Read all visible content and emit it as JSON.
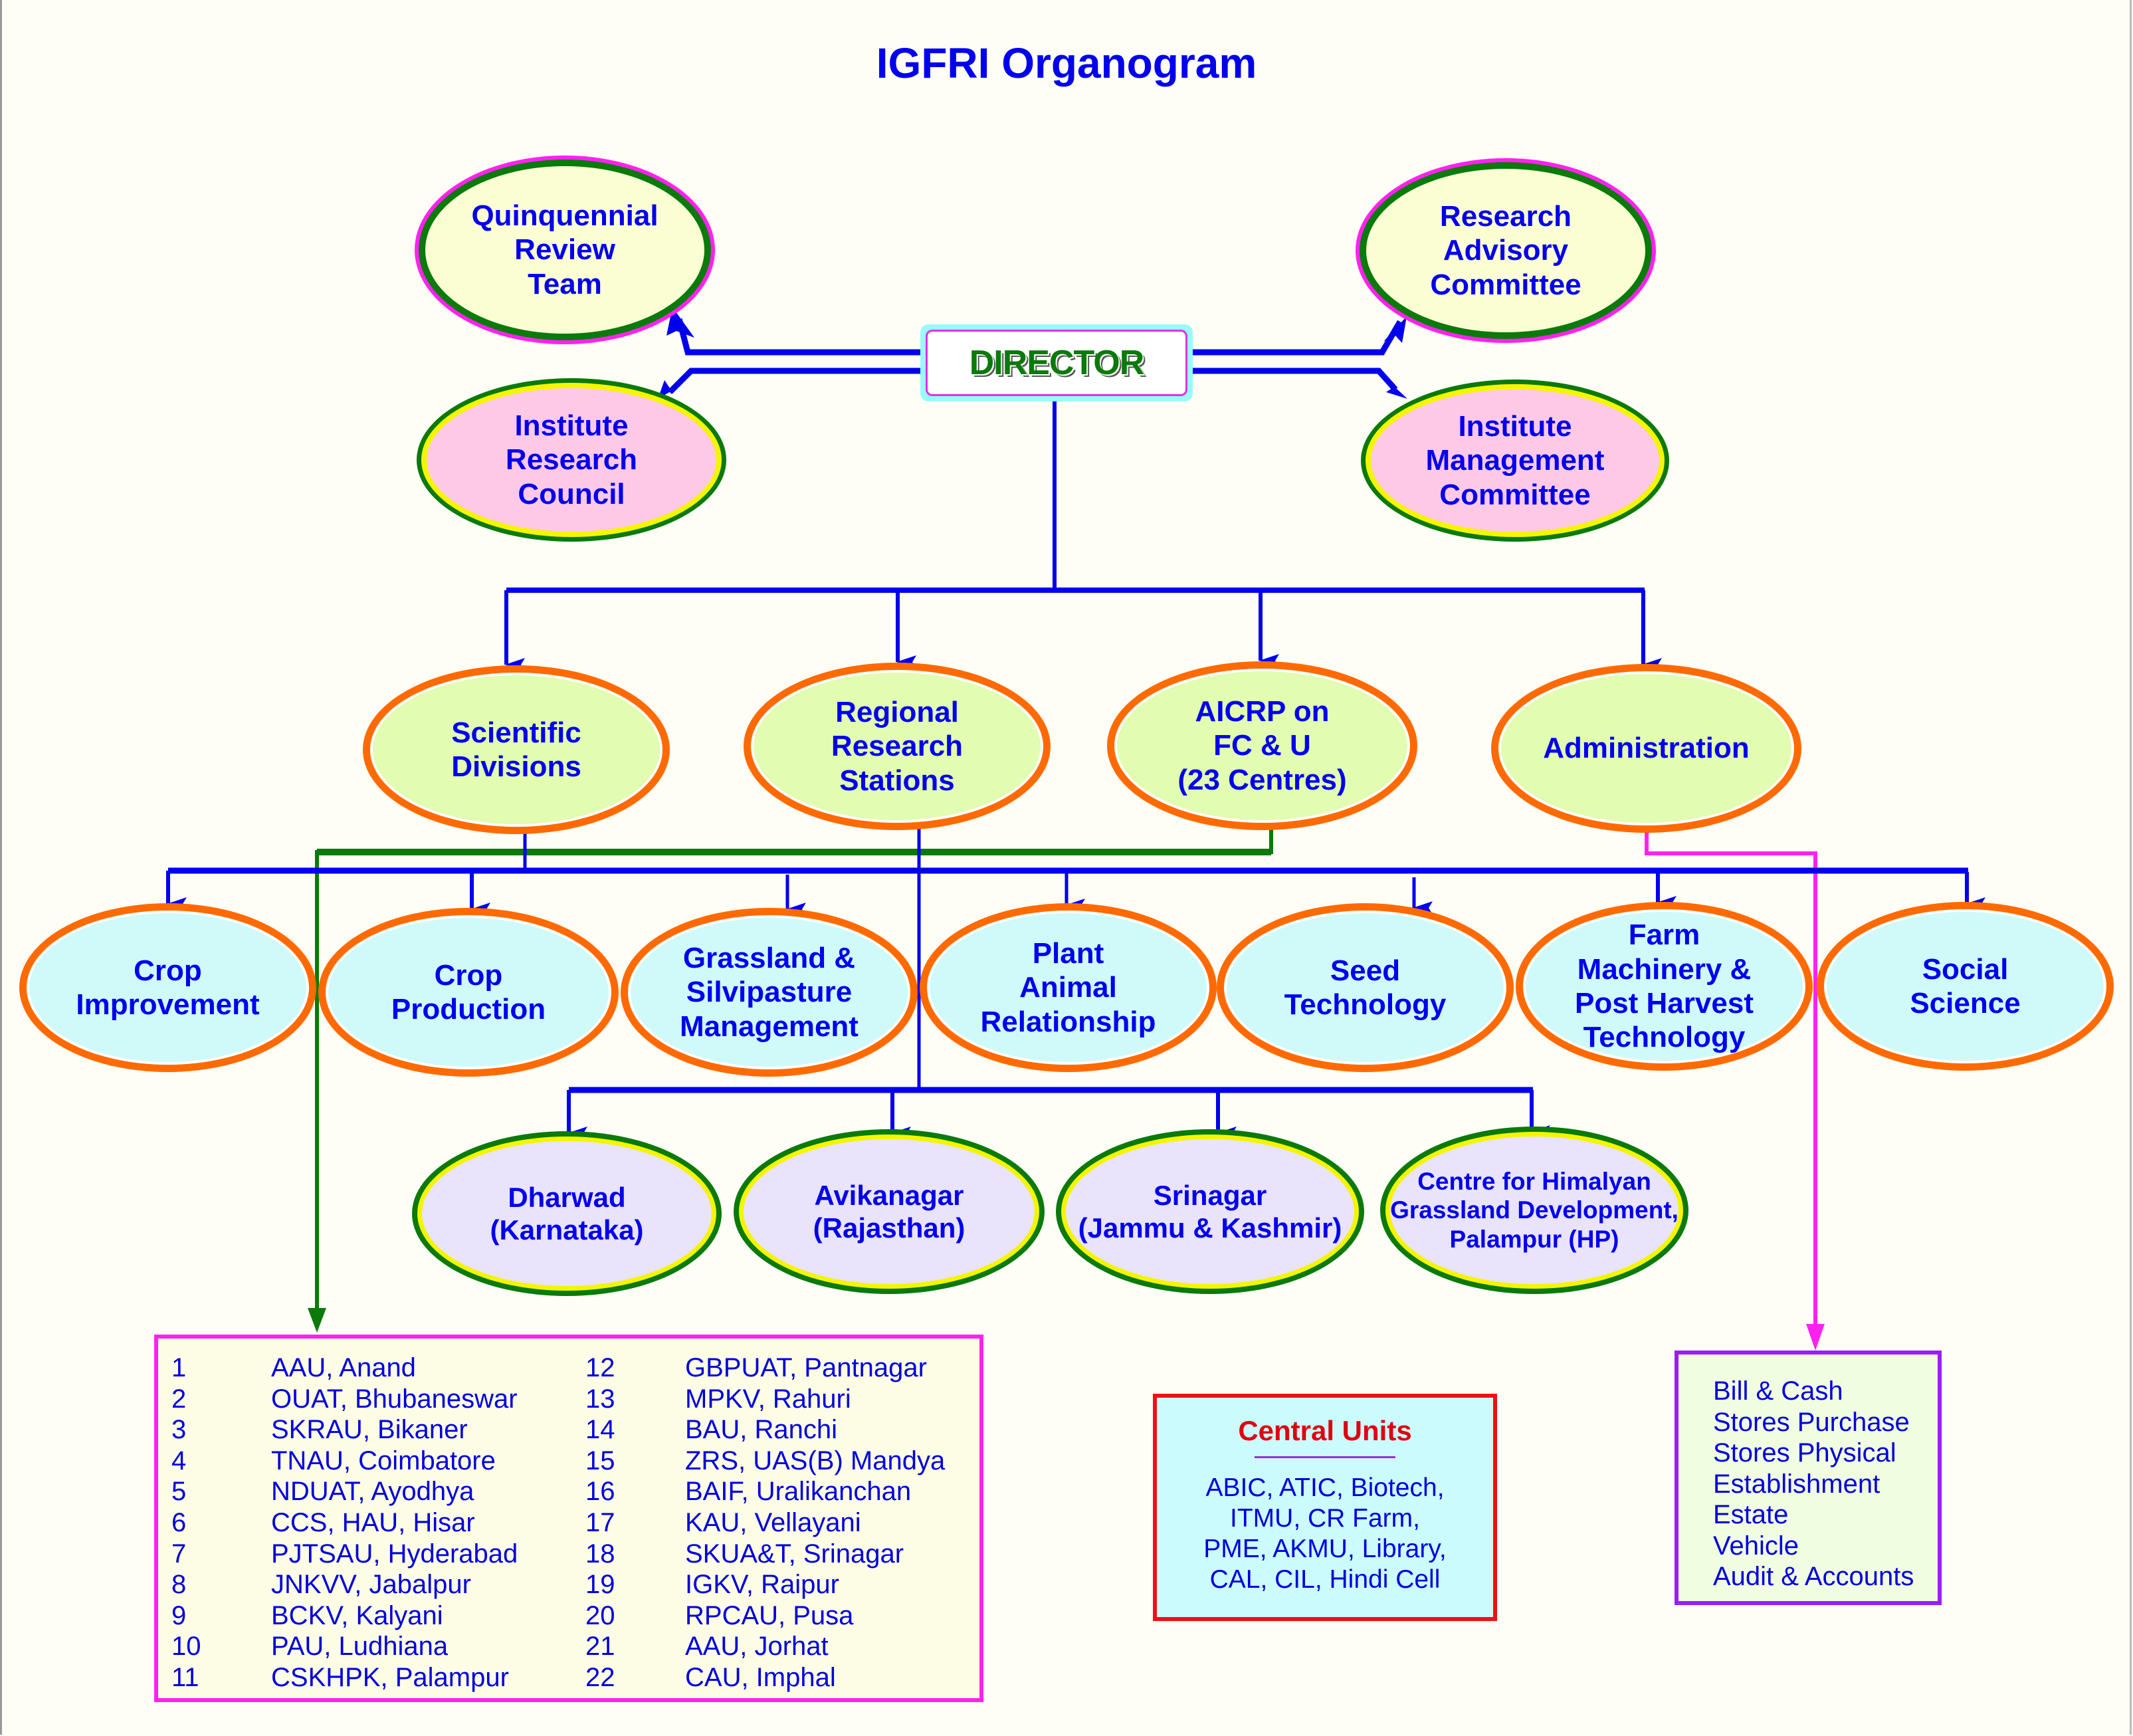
{
  "title": "IGFRI Organogram",
  "director": {
    "label": "DIRECTOR"
  },
  "advisory_bodies": {
    "quinquennial_review_team": "Quinquennial\nReview\nTeam",
    "research_advisory_committee": "Research\nAdvisory\nCommittee",
    "institute_research_council": "Institute\nResearch\nCouncil",
    "institute_management_committee": "Institute\nManagement\nCommittee"
  },
  "main_units": [
    {
      "id": "scientific-divisions",
      "label": "Scientific\nDivisions"
    },
    {
      "id": "regional-research-stations",
      "label": "Regional\nResearch\nStations"
    },
    {
      "id": "aicrp",
      "label": "AICRP on\nFC & U\n(23 Centres)"
    },
    {
      "id": "administration",
      "label": "Administration"
    }
  ],
  "divisions": [
    "Crop\nImprovement",
    "Crop\nProduction",
    "Grassland &\nSilvipasture\nManagement",
    "Plant\nAnimal\nRelationship",
    "Seed\nTechnology",
    "Farm\nMachinery &\nPost Harvest\nTechnology",
    "Social\nScience"
  ],
  "regional_stations": [
    "Dharwad\n(Karnataka)",
    "Avikanagar\n(Rajasthan)",
    "Srinagar\n(Jammu & Kashmir)",
    "Centre for Himalyan\nGrassland Development,\nPalampur (HP)"
  ],
  "aicrp_centres": [
    {
      "no": "1",
      "name": "AAU, Anand"
    },
    {
      "no": "2",
      "name": "OUAT, Bhubaneswar"
    },
    {
      "no": "3",
      "name": "SKRAU, Bikaner"
    },
    {
      "no": "4",
      "name": "TNAU, Coimbatore"
    },
    {
      "no": "5",
      "name": "NDUAT, Ayodhya"
    },
    {
      "no": "6",
      "name": "CCS, HAU, Hisar"
    },
    {
      "no": "7",
      "name": "PJTSAU, Hyderabad"
    },
    {
      "no": "8",
      "name": "JNKVV, Jabalpur"
    },
    {
      "no": "9",
      "name": "BCKV, Kalyani"
    },
    {
      "no": "10",
      "name": "PAU, Ludhiana"
    },
    {
      "no": "11",
      "name": "CSKHPK, Palampur"
    },
    {
      "no": "12",
      "name": "GBPUAT, Pantnagar"
    },
    {
      "no": "13",
      "name": "MPKV, Rahuri"
    },
    {
      "no": "14",
      "name": "BAU, Ranchi"
    },
    {
      "no": "15",
      "name": "ZRS, UAS(B) Mandya"
    },
    {
      "no": "16",
      "name": "BAIF, Uralikanchan"
    },
    {
      "no": "17",
      "name": "KAU, Vellayani"
    },
    {
      "no": "18",
      "name": "SKUA&T, Srinagar"
    },
    {
      "no": "19",
      "name": "IGKV, Raipur"
    },
    {
      "no": "20",
      "name": "RPCAU, Pusa"
    },
    {
      "no": "21",
      "name": "AAU, Jorhat"
    },
    {
      "no": "22",
      "name": "CAU, Imphal"
    }
  ],
  "central_units": {
    "title": "Central Units",
    "text": "ABIC, ATIC, Biotech,\nITMU, CR Farm,\nPME, AKMU, Library,\nCAL, CIL, Hindi Cell"
  },
  "administration_sections": [
    "Bill & Cash",
    "Stores Purchase",
    "Stores Physical",
    "Establishment",
    "Estate",
    "Vehicle",
    "Audit & Accounts"
  ],
  "colors": {
    "text_blue": "#0000ee",
    "connector_blue": "#0000ee",
    "aicrp_connector_green": "#0a7a0a",
    "admin_connector_magenta": "#ff22ee",
    "unit_border_orange": "#ff6a00",
    "central_units_red": "#ee1111"
  }
}
